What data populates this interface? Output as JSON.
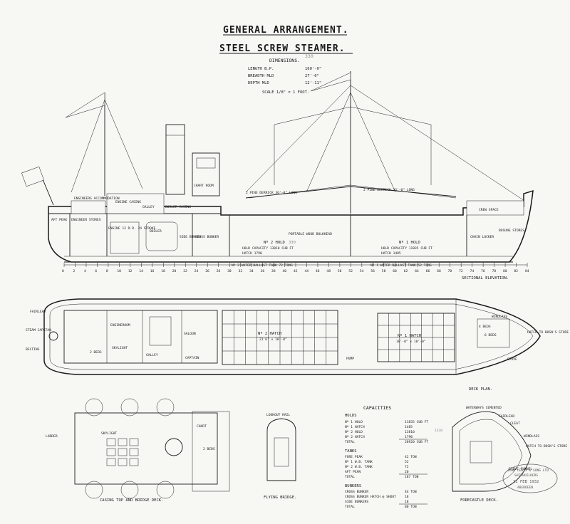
{
  "title": "GENERAL ARRANGEMENT.",
  "subtitle": "STEEL SCREW STEAMER.",
  "dimensions": {
    "heading": "DIMENSIONS.",
    "rows": [
      {
        "label": "LENGTH B.P.",
        "value": "160'-0\""
      },
      {
        "label": "BREADTH MLD",
        "value": "27'-0\""
      },
      {
        "label": "DEPTH MLD",
        "value": "12'-11\""
      }
    ],
    "scale": "SCALE 1/8\" = 1 FOOT."
  },
  "pencil_notes": {
    "top": "330",
    "mid": "330",
    "right": "1330"
  },
  "elevation": {
    "view_label": "SECTIONAL ELEVATION.",
    "labels": {
      "engineers_accommodation": "ENGINEERS ACCOMMODATION",
      "engine_casing": "ENGINE CASING",
      "galley": "GALLEY",
      "boiler_casing": "BOILER CASING",
      "chart_room": "CHART ROOM",
      "aft_peak": "AFT PEAK",
      "engineer_stores": "ENGINEER STORES",
      "engine_room": "ENGINE 12 R.R. 24 STROKE",
      "boiler": "BOILER",
      "side_bunker": "SIDE BUNKER",
      "cross_bunker": "CROSS BUNKER",
      "derrick_aft": "2 PINE DERRICK 36'-0\" LONG",
      "derrick_fwd": "2 PINE DERRICK 36'-0\" LONG",
      "portable_bulkhead": "PORTABLE WOOD BULKHEAD",
      "hold2": "Nº 2 HOLD",
      "hold2_capacity": "HOLD CAPACITY 13810 CUB FT",
      "hold2_hatch": "HATCH 1790",
      "hold1": "Nº 1 HOLD",
      "hold1_capacity": "HOLD CAPACITY 11835 CUB FT",
      "hold1_hatch": "HATCH 1485",
      "crew_space": "CREW SPACE",
      "bosuns_stores": "BOSUNS STORES",
      "chain_locker": "CHAIN LOCKER",
      "tank2": "Nº 2 WATER BALLAST TANK 72 TONS",
      "tank1": "Nº 1 WATER BALLAST TANK 52 TONS"
    },
    "frames": [
      "0",
      "2",
      "4",
      "6",
      "8",
      "10",
      "12",
      "14",
      "16",
      "18",
      "20",
      "22",
      "24",
      "26",
      "28",
      "30",
      "32",
      "34",
      "36",
      "38",
      "40",
      "42",
      "44",
      "46",
      "48",
      "50",
      "52",
      "54",
      "56",
      "58",
      "60",
      "62",
      "64",
      "66",
      "68",
      "70",
      "72",
      "74",
      "76",
      "78",
      "80",
      "82",
      "84"
    ]
  },
  "deck_plan": {
    "view_label": "DECK PLAN.",
    "labels": {
      "fairlead_aft": "FAIRLEAD",
      "steam_capstan": "STEAM CAPSTAN",
      "belting": "BELTING",
      "engine_room": "ENGINEROOM",
      "skylight": "SKYLIGHT",
      "galley": "GALLEY",
      "saloon": "SALOON",
      "captain": "CAPTAIN",
      "hatch2": "Nº 2 HATCH",
      "hatch2_size": "21'6\" x 10'-0\"",
      "hatch1": "Nº 1 HATCH",
      "hatch1_size": "18'-0\" x 10'-0\"",
      "pump": "PUMP",
      "hatch_to_boatswain": "HATCH TO BOSN'S STORE",
      "windlass": "WINDLASS",
      "stove": "STOVE",
      "beds4": "4 BEDS",
      "beds6": "6 BEDS",
      "beds2": "2 BEDS"
    }
  },
  "capacities": {
    "heading": "CAPACITIES",
    "holds_heading": "HOLDS",
    "holds": [
      {
        "label": "Nº 1 HOLD",
        "value": "11835 CUB FT"
      },
      {
        "label": "Nº 1 HATCH",
        "value": "1485"
      },
      {
        "label": "Nº 2 HOLD",
        "value": "13810"
      },
      {
        "label": "Nº 2 HATCH",
        "value": "1790"
      }
    ],
    "holds_total_label": "TOTAL",
    "holds_total": "28920 CUB FT",
    "tanks_heading": "TANKS",
    "tanks": [
      {
        "label": "FORE PEAK",
        "value": "42 TON"
      },
      {
        "label": "Nº 1 W.B. TANK",
        "value": "52"
      },
      {
        "label": "Nº 2 W.B. TANK",
        "value": "72"
      },
      {
        "label": "AFT PEAN",
        "value": "20"
      }
    ],
    "tanks_total_label": "TOTAL",
    "tanks_total": "187 TON",
    "bunkers_heading": "BUNKERS",
    "bunkers": [
      {
        "label": "CROSS BUNKER",
        "value": "44 TON"
      },
      {
        "label": "CROSS BUNKER HATCH @ SHOOT",
        "value": "18"
      },
      {
        "label": "SIDE BUNKERS",
        "value": "18"
      }
    ],
    "bunkers_total_label": "TOTAL",
    "bunkers_total": "80 TON"
  },
  "casing_view": {
    "view_label": "CASING TOP AND BRIDGE DECK.",
    "labels": {
      "ladder": "LADDER",
      "chart": "CHART",
      "beds": "2 BEDS",
      "skylight": "SKYLIGHT"
    }
  },
  "flying_bridge": {
    "view_label": "FLYING BRIDGE.",
    "labels": {
      "lookout": "LOOKOUT RAIL"
    }
  },
  "forecastle": {
    "view_label": "FORECASTLE DECK.",
    "labels": {
      "waterways": "WATERWAYS CEMENTED",
      "fairlead": "FAIRLEAD",
      "cleat": "CLEAT",
      "windlass": "WINDLASS",
      "hatch": "HATCH TO BOSN'S STORE",
      "stove_funnel": "STOVE FUNNEL"
    }
  },
  "stamp": {
    "line1": "JOHN LEWIS & SONS LTD",
    "line2": "SHIPBUILDERS",
    "line3": "21 FEB 1932",
    "line4": "ABERDEEN"
  }
}
